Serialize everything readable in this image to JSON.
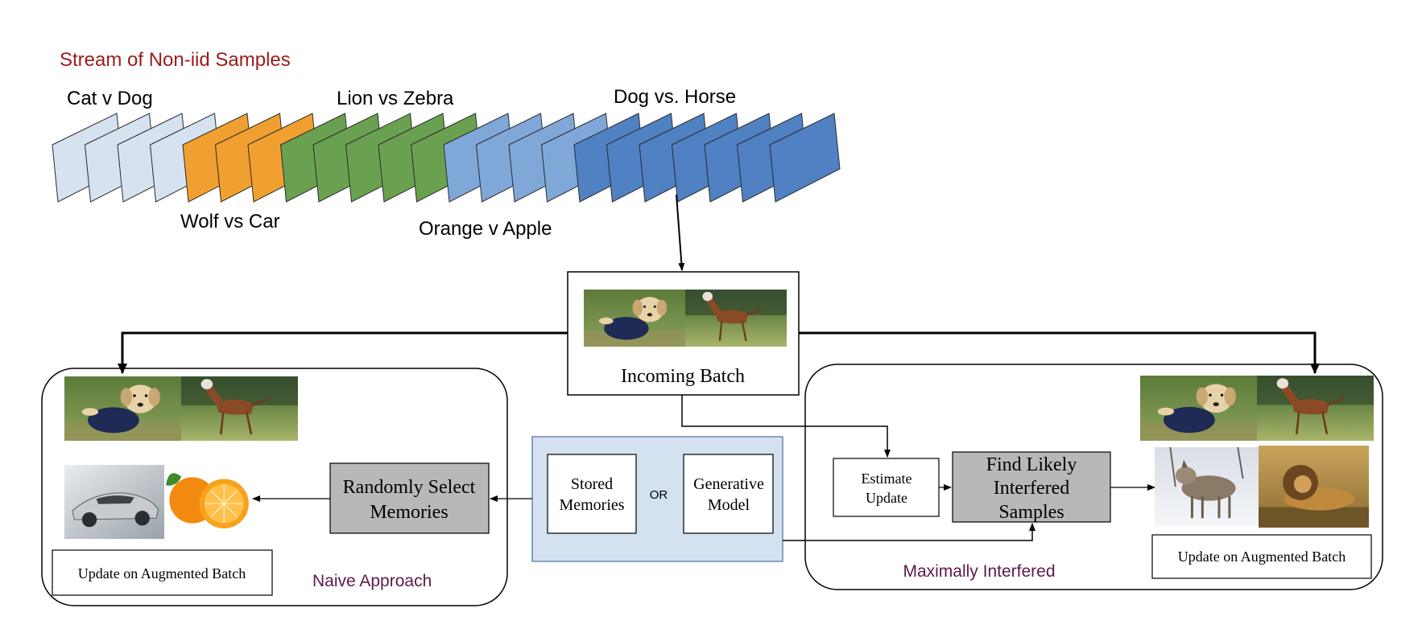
{
  "title": "Stream of Non-iid Samples",
  "stream": {
    "task_labels": [
      "Cat v Dog",
      "Wolf vs Car",
      "Lion vs Zebra",
      "Orange v Apple",
      "Dog vs. Horse"
    ],
    "colors": {
      "task1": "#d6e2ef",
      "task2": "#f0a030",
      "task3": "#6aa150",
      "task4": "#7fa7d8",
      "task5": "#4f81c3"
    }
  },
  "incoming_batch": {
    "label": "Incoming Batch",
    "images": [
      "dog-photo",
      "horse-photo"
    ]
  },
  "naive": {
    "batch_images": [
      "dog-photo",
      "horse-photo"
    ],
    "memory_images": [
      "car-photo",
      "orange-photo"
    ],
    "select_label_line1": "Randomly Select",
    "select_label_line2": "Memories",
    "update_label": "Update on Augmented Batch",
    "caption": "Naive Approach"
  },
  "memory": {
    "stored_line1": "Stored",
    "stored_line2": "Memories",
    "or_label": "OR",
    "generative_line1": "Generative",
    "generative_line2": "Model",
    "fill_color": "#d4e1f0"
  },
  "mir": {
    "estimate_line1": "Estimate",
    "estimate_line2": "Update",
    "find_line1": "Find Likely",
    "find_line2": "Interfered",
    "find_line3": "Samples",
    "batch_images": [
      "dog-photo",
      "horse-photo"
    ],
    "memory_images": [
      "wolf-photo",
      "lion-photo"
    ],
    "update_label": "Update on Augmented Batch",
    "caption": "Maximally Interfered"
  },
  "colors": {
    "title_red": "#9b1c1c",
    "caption_purple": "#5c1a4a",
    "gray_box": "#b8b8b8"
  }
}
